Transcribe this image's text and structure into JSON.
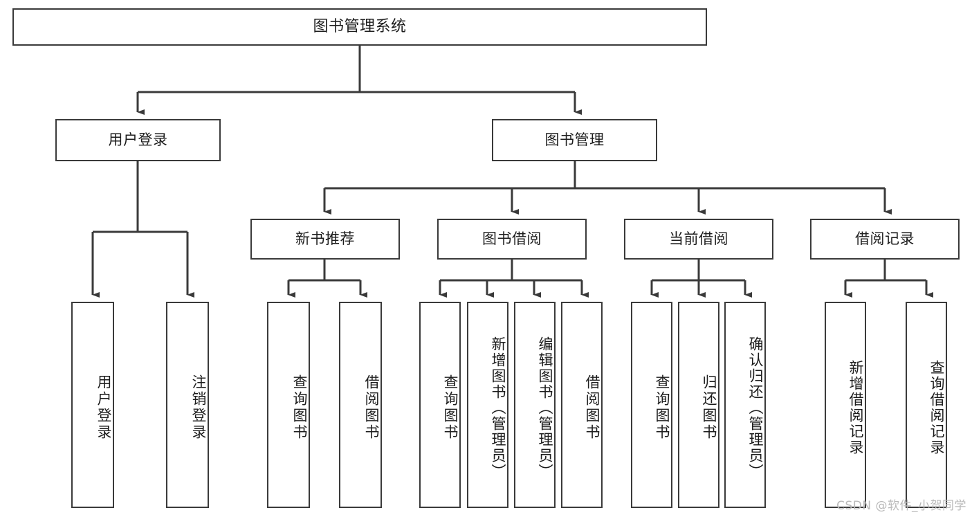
{
  "diagram": {
    "title": "图书管理系统",
    "type": "tree-hierarchy",
    "root": {
      "id": "root",
      "label": "图书管理系统"
    },
    "level2": [
      {
        "id": "user-login",
        "label": "用户登录"
      },
      {
        "id": "book-manage",
        "label": "图书管理"
      }
    ],
    "level3": [
      {
        "id": "new-book-recommend",
        "label": "新书推荐"
      },
      {
        "id": "book-borrow",
        "label": "图书借阅"
      },
      {
        "id": "current-borrow",
        "label": "当前借阅"
      },
      {
        "id": "borrow-record",
        "label": "借阅记录"
      }
    ],
    "leaves": {
      "user_login": [
        {
          "id": "leaf-user-login",
          "label": "用户登录"
        },
        {
          "id": "leaf-logout-login",
          "label": "注销登录"
        }
      ],
      "new_book_recommend": [
        {
          "id": "leaf-query-book-1",
          "label": "查询图书"
        },
        {
          "id": "leaf-borrow-book-1",
          "label": "借阅图书"
        }
      ],
      "book_borrow": [
        {
          "id": "leaf-query-book-2",
          "label": "查询图书"
        },
        {
          "id": "leaf-add-book",
          "label": "新增图书（管理员）"
        },
        {
          "id": "leaf-edit-book",
          "label": "编辑图书（管理员）"
        },
        {
          "id": "leaf-borrow-book-2",
          "label": "借阅图书"
        }
      ],
      "current_borrow": [
        {
          "id": "leaf-query-book-3",
          "label": "查询图书"
        },
        {
          "id": "leaf-return-book",
          "label": "归还图书"
        },
        {
          "id": "leaf-confirm-return",
          "label": "确认归还（管理员）"
        }
      ],
      "borrow_record": [
        {
          "id": "leaf-add-record",
          "label": "新增借阅记录"
        },
        {
          "id": "leaf-query-record",
          "label": "查询借阅记录"
        }
      ]
    },
    "watermark": "CSDN @软件_小贺同学",
    "colors": {
      "stroke": "#3a3a3a",
      "fill": "#ffffff",
      "text": "#1c1c1c",
      "watermark": "#b9b9b9"
    }
  }
}
